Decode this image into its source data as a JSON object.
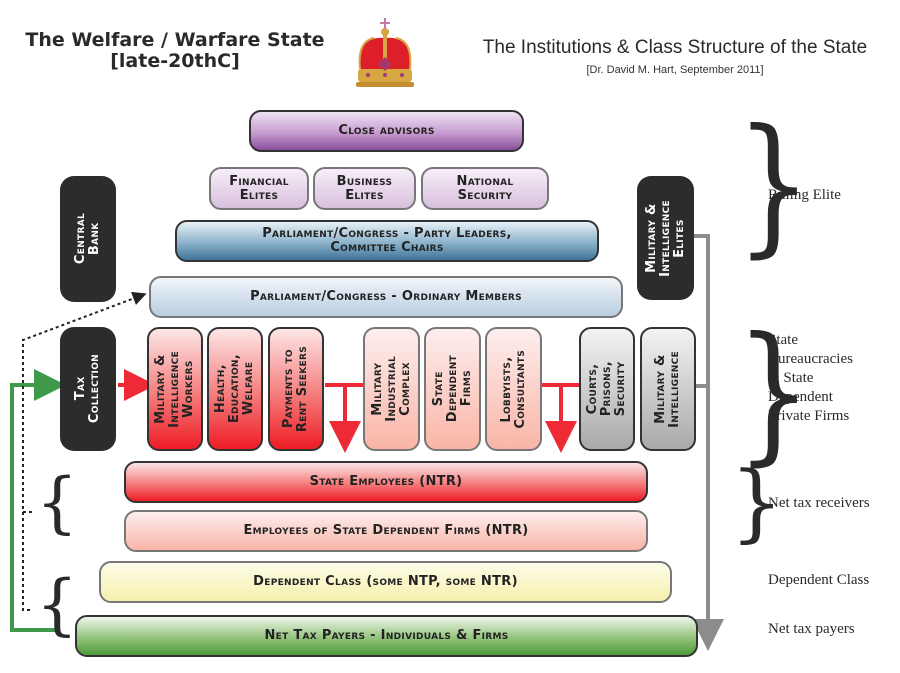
{
  "header": {
    "title_left_line1": "The Welfare / Warfare State",
    "title_left_line2": "[late-20thC]",
    "crown_icon": "crown-icon",
    "title_right": "The Institutions & Class Structure of the State",
    "subtitle_right": "[Dr. David M. Hart, September 2011]"
  },
  "pyramid": {
    "close_advisors": "Close advisors",
    "financial_elites": "Financial\nElites",
    "business_elites": "Business\nElites",
    "national_security": "National\nSecurity",
    "party_leaders": "Parliament/Congress - Party Leaders,\nCommittee Chairs",
    "ordinary_members": "Parliament/Congress - Ordinary Members",
    "central_bank": "Central\nBank",
    "military_intel_elites": "Military &\nIntelligence\nElites",
    "tax_collection": "Tax\nCollection",
    "bureaucracies": [
      "Military &\nIntelligence\nWorkers",
      "Health,\nEducation,\nWelfare",
      "Payments to\nRent Seekers",
      "Military\nIndustrial\nComplex",
      "State\nDependent\nFirms",
      "Lobbyists,\nConsultants",
      "Courts,\nPrisons,\nSecurity",
      "Military &\nIntelligence"
    ],
    "state_employees": "State Employees (NTR)",
    "dependent_firm_employees": "Employees of State Dependent Firms (NTR)",
    "dependent_class": "Dependent Class (some NTP, some NTR)",
    "net_tax_payers": "Net Tax Payers - Individuals & Firms"
  },
  "side_labels": {
    "ruling_elite": "Ruling Elite",
    "state_bureaucracies": "State\nBureaucracies\n& State\nDependent\nPrivate Firms",
    "net_tax_receivers": "Net tax receivers",
    "dependent_class": "Dependent Class",
    "net_tax_payers": "Net tax payers"
  },
  "colors": {
    "tax_flow": "#3e9a4a",
    "spending_flow": "#ee2a36",
    "coercion_flow": "#8c8c8c",
    "black_box": "#2c2c2c"
  }
}
